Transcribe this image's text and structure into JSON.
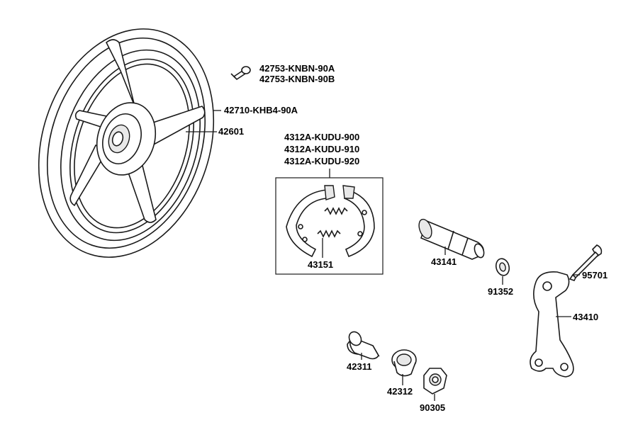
{
  "colors": {
    "line": "#1a1a1a",
    "fill": "#ffffff",
    "shade": "#e8e8e8",
    "text": "#000000"
  },
  "labels": {
    "valve_a": "42753-KNBN-90A",
    "valve_b": "42753-KNBN-90B",
    "tire": "42710-KHB4-90A",
    "wheel": "42601",
    "shoe_900": "4312A-KUDU-900",
    "shoe_910": "4312A-KUDU-910",
    "shoe_920": "4312A-KUDU-920",
    "spring": "43151",
    "cam": "43141",
    "washer": "91352",
    "bolt": "95701",
    "arm": "43410",
    "collar": "42311",
    "bushing": "42312",
    "nut": "90305"
  }
}
